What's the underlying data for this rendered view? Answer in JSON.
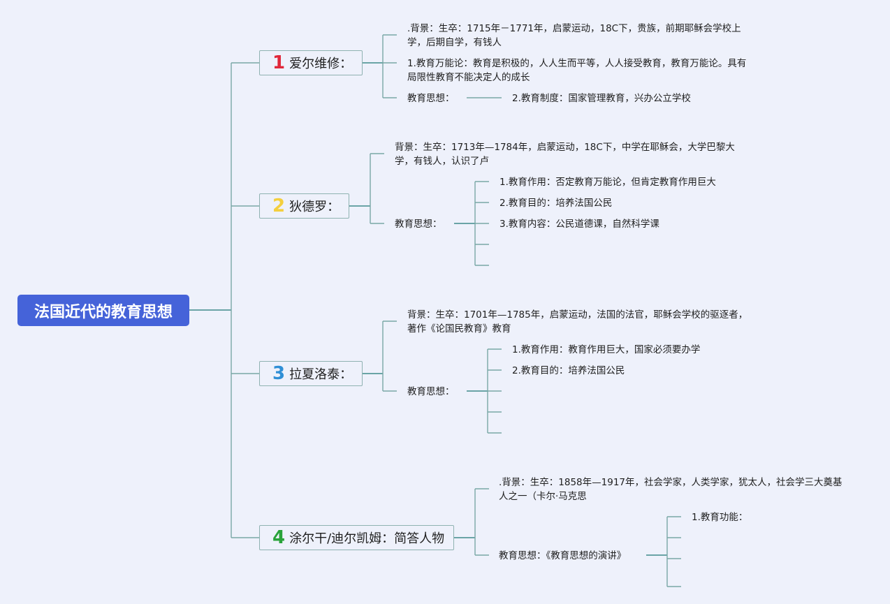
{
  "colors": {
    "root_bg": "#4563d9",
    "connector": "#79a7a6",
    "num1": "#e0283a",
    "num2": "#f4cf3e",
    "num3": "#2f8fd6",
    "num4": "#29a33a"
  },
  "root": {
    "label": "法国近代的教育思想"
  },
  "topics": [
    {
      "num": "1",
      "label": "爱尔维修：",
      "background": ".背景：生卒：1715年－1771年，启蒙运动，18C下，贵族，前期耶稣会学校上学，后期自学，有钱人",
      "point1": "1.教育万能论：教育是积极的，人人生而平等，人人接受教育，教育万能论。具有局限性教育不能决定人的成长",
      "thought_label": "教育思想：",
      "point2": "2.教育制度：国家管理教育，兴办公立学校"
    },
    {
      "num": "2",
      "label": "狄德罗：",
      "background": "背景：生卒：1713年—1784年，启蒙运动，18C下，中学在耶稣会，大学巴黎大学，有钱人，认识了卢",
      "thought_label": "教育思想：",
      "items": [
        "1.教育作用：否定教育万能论，但肯定教育作用巨大",
        "2.教育目的：培养法国公民",
        "3.教育内容：公民道德课，自然科学课",
        "",
        ""
      ]
    },
    {
      "num": "3",
      "label": "拉夏洛泰：",
      "background": "背景：生卒：1701年—1785年，启蒙运动，法国的法官，耶稣会学校的驱逐者，著作《论国民教育》教育",
      "thought_label": "教育思想：",
      "items": [
        "1.教育作用：教育作用巨大，国家必须要办学",
        "2.教育目的：培养法国公民",
        "",
        "",
        ""
      ]
    },
    {
      "num": "4",
      "label": "涂尔干/迪尔凯姆：简答人物",
      "background": ".背景：生卒：1858年—1917年，社会学家，人类学家，犹太人，社会学三大奠基人之一（卡尔·马克思",
      "thought_label": "教育思想：《教育思想的演讲》",
      "items": [
        "1.教育功能：",
        "",
        "",
        ""
      ]
    }
  ]
}
